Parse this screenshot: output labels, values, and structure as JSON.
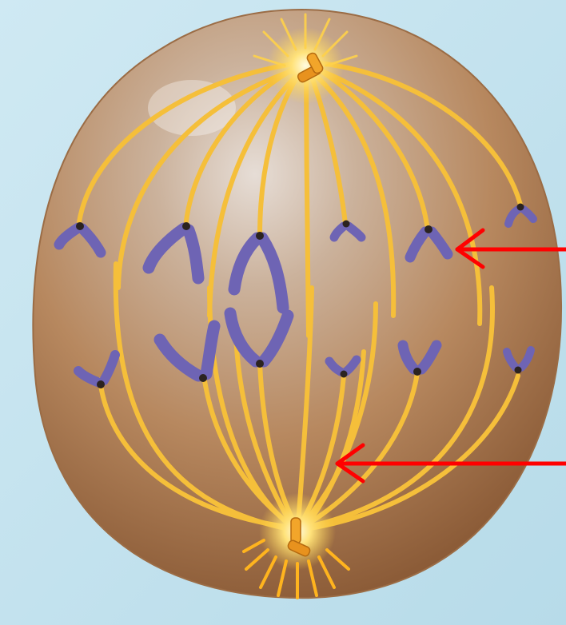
{
  "figure": {
    "kind": "anaphase cell illustration",
    "colors": {
      "background": "#c4e2ee",
      "cell": "#b98a62",
      "spindle": "#f5bf3a",
      "chromosome": "#6e64b4",
      "centromere": "#2b2320",
      "arrow": "#ff0000"
    },
    "centrosomes": [
      "upper-pole",
      "lower-pole"
    ],
    "arrows": [
      {
        "target": "chromatid"
      },
      {
        "target": "spindle-fiber"
      }
    ]
  }
}
